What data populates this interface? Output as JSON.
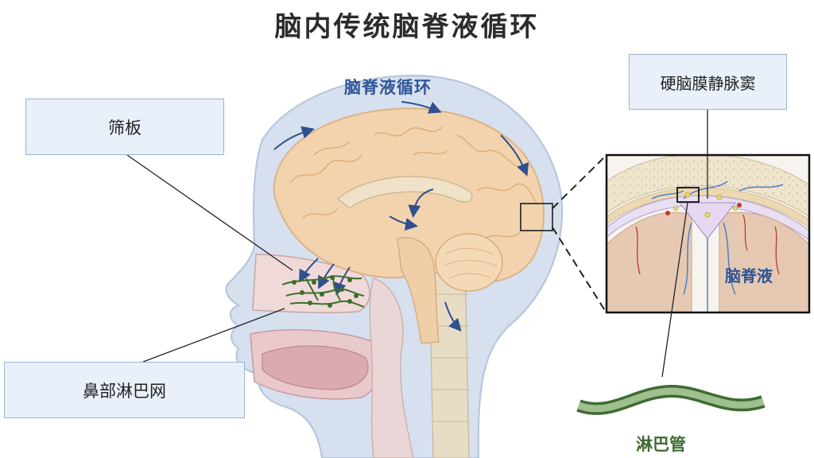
{
  "title": "脑内传统脑脊液循环",
  "labels": {
    "ethmoid": "筛板",
    "nasal_lymph": "鼻部淋巴网",
    "dural_sinus": "硬脑膜静脉窦",
    "csf_circulation": "脑脊液循环",
    "csf": "脑脊液",
    "lymph_vessel": "淋巴管"
  },
  "colors": {
    "arrow": "#2f4f8f",
    "csf_text": "#2f5597",
    "lymph": "#3f6b33",
    "lymph_network": "#3b6e2a",
    "brain": "#f3d3ad",
    "head": "#d6e0ee",
    "box_fill": "#e9f0fa"
  }
}
